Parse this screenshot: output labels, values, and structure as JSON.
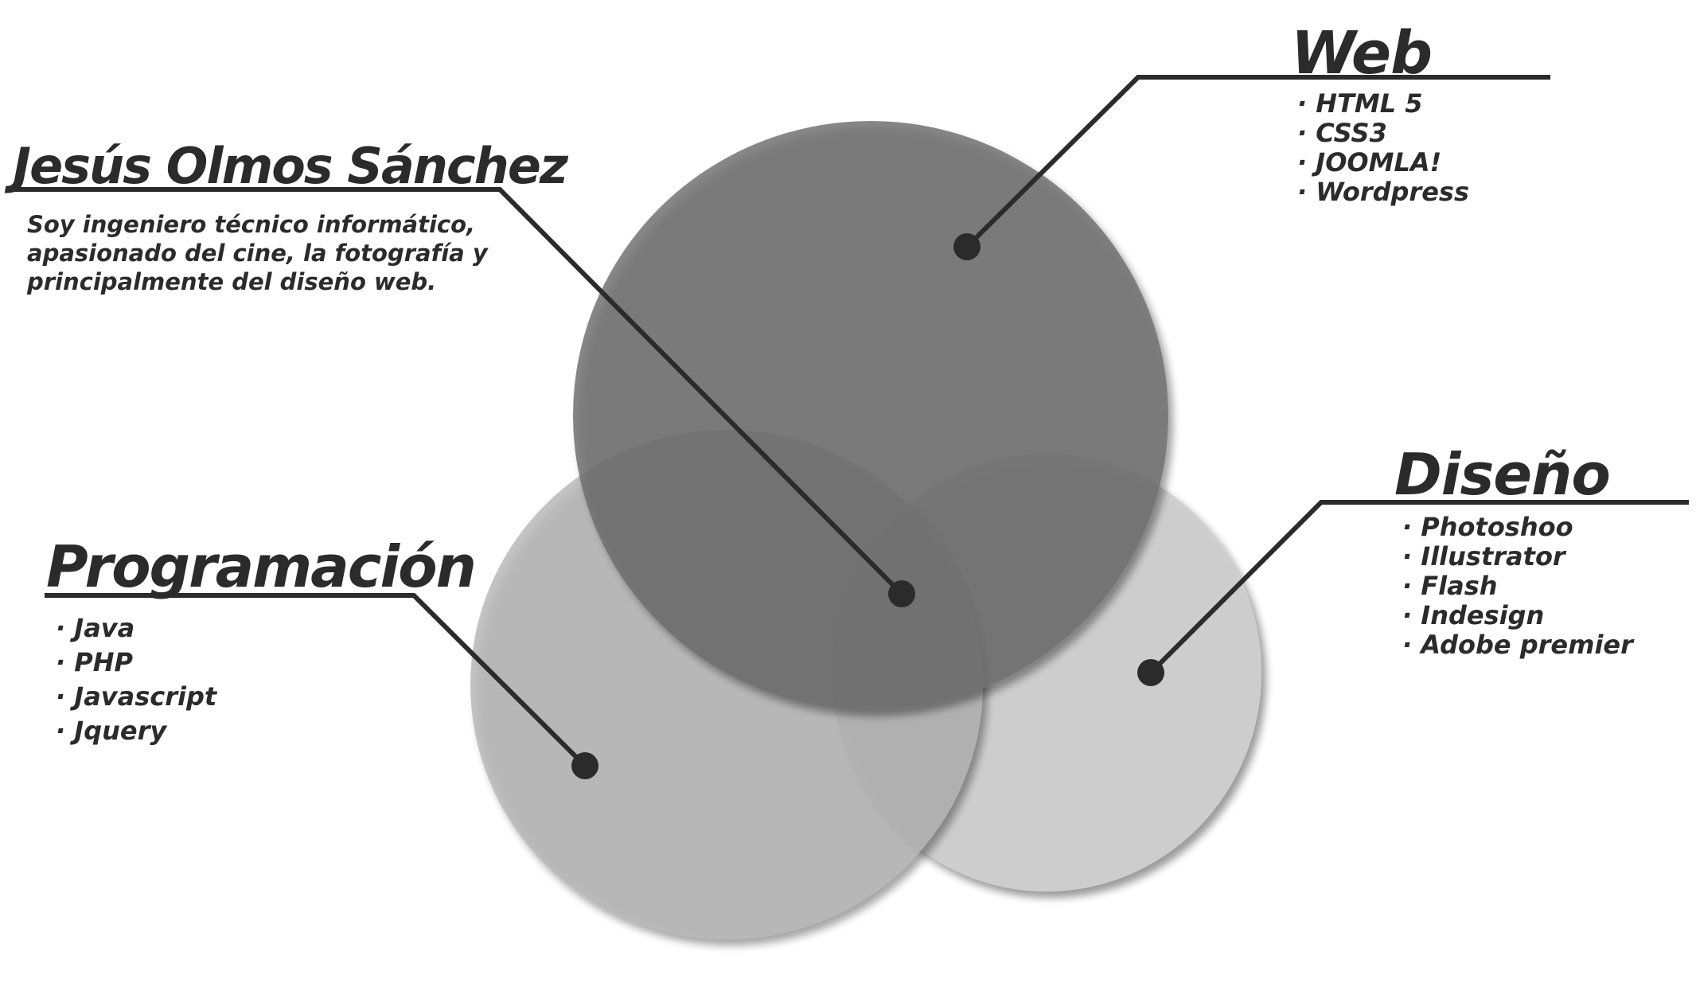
{
  "profile": {
    "name": "Jesús Olmos Sánchez",
    "bio_lines": [
      "Soy ingeniero técnico informático,",
      "apasionado del cine, la fotografía y",
      "principalmente del diseño web."
    ]
  },
  "areas": {
    "web": {
      "title": "Web",
      "items": [
        "HTML 5",
        "CSS3",
        "JOOMLA!",
        "Wordpress"
      ]
    },
    "diseno": {
      "title": "Diseño",
      "items": [
        "Photoshoo",
        "Illustrator",
        "Flash",
        "Indesign",
        "Adobe premier"
      ]
    },
    "programacion": {
      "title": "Programación",
      "items": [
        "Java",
        "PHP",
        "Javascript",
        "Jquery"
      ]
    }
  },
  "colors": {
    "web_circle": "#858585",
    "programacion_circle": "#b4b4b4",
    "diseno_circle": "#cdcdcd",
    "ink": "#2b2b2b",
    "background": "#ffffff"
  }
}
